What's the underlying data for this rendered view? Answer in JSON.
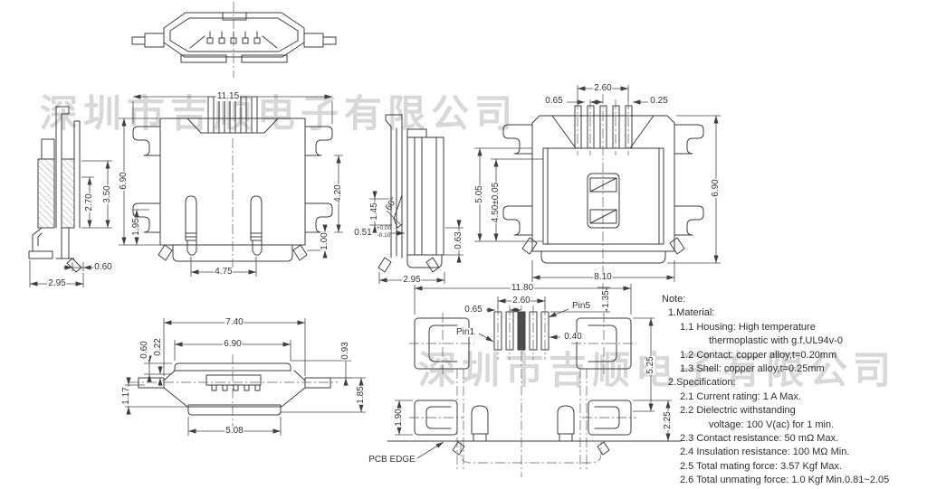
{
  "watermark": {
    "text": "深圳市吉顺电子有限公司"
  },
  "front_view": {
    "total_width": "11.15",
    "total_height": "6.90",
    "wing_span": "4.20",
    "lower_height": "1.95",
    "foot_height": "1.00",
    "leg_pitch": "4.75"
  },
  "section_view": {
    "inner_height": "2.70",
    "outer_height": "3.50",
    "foot_width": "0.60",
    "depth": "2.95"
  },
  "profile_view": {
    "latch_length": "1.45",
    "latch_angle": "60°",
    "pin_thickness": "0.51",
    "tol_plus": "+0.00",
    "tol_minus": "-0.10",
    "foot_height": "0.63",
    "depth": "2.95"
  },
  "top_view": {
    "pin_span": "2.60",
    "pin_pitch": "0.65",
    "pin_width": "0.25",
    "shield_depth": "5.05",
    "inner_depth": "4.50±0.05",
    "body_height": "6.90",
    "body_width": "8.10"
  },
  "plan_view": {
    "total_width": "7.40",
    "shell_width": "6.90",
    "offset_a": "0.60",
    "offset_b": "0.22",
    "lead_length": "1.17",
    "offset_c": "0.93",
    "front_depth": "1.85",
    "mouth_width": "5.08"
  },
  "footprint_view": {
    "total_width": "11.80",
    "pin_span": "2.60",
    "pin_pitch": "0.65",
    "pad_offset": "1.35",
    "pad_width": "0.40",
    "depth": "5.25",
    "pad_height": "1.90",
    "edge_offset": "2.25",
    "pin5_label": "Pin5",
    "pin1_label": "Pin1",
    "pcb_edge_label": "PCB EDGE"
  },
  "notes": {
    "lines": [
      "Note:",
      "1.Material:",
      "1.1 Housing: High temperature",
      "thermoplastic with g.f,UL94v-0",
      "1.2 Contact: copper alloy,t=0.20mm",
      "1.3 Shell: copper alloy,t=0.25mm",
      "2.Specification:",
      "2.1 Current rating: 1 A Max.",
      "2.2 Dielectric withstanding",
      "voltage: 100 V(ac) for 1 min.",
      "2.3 Contact resistance: 50 mΩ Max.",
      "2.4 Insulation resistance: 100 MΩ Min.",
      "2.5 Total mating force: 3.57 Kgf Max.",
      "2.6 Total unmating force: 1.0 Kgf Min.0.81~2.05"
    ]
  }
}
